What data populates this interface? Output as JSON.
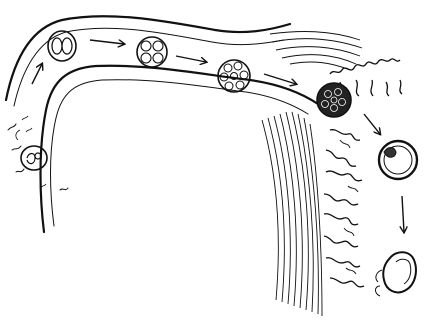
{
  "figure": {
    "stages": [
      {
        "id": "fertilized-egg",
        "nuclei": 2
      },
      {
        "id": "two-cell-stage",
        "cells": 2
      },
      {
        "id": "four-cell-stage",
        "cells": 4
      },
      {
        "id": "eight-cell-stage",
        "cells": 8
      },
      {
        "id": "morula",
        "cells": 16
      },
      {
        "id": "blastocyst",
        "cells": 0
      },
      {
        "id": "implanting-blastocyst",
        "cells": 0
      }
    ],
    "colors": {
      "ink": "#111111",
      "paper": "#ffffff"
    }
  }
}
